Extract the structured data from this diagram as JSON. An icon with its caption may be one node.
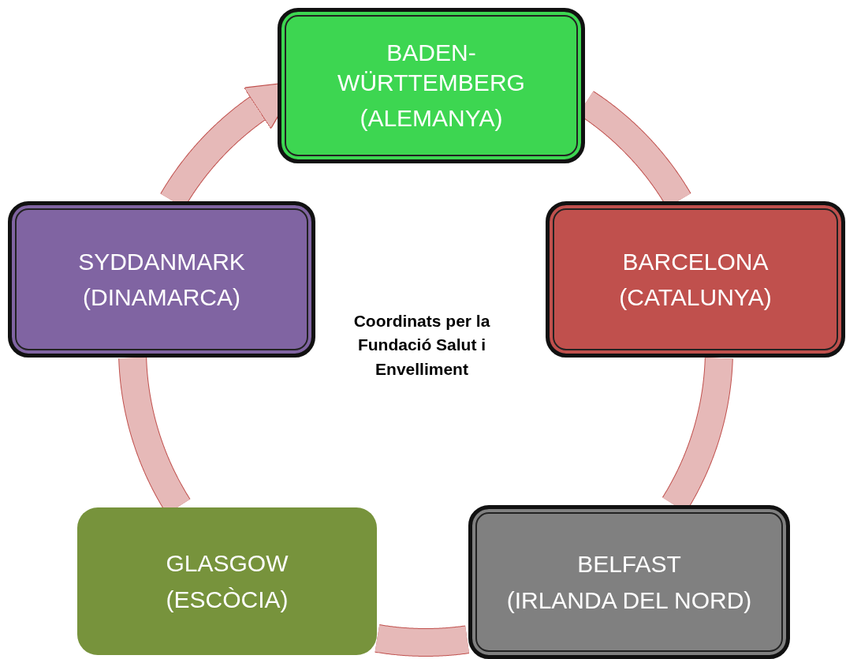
{
  "diagram": {
    "nodes": [
      {
        "text": [
          "BADEN-WÜRTTEMBERG",
          "(ALEMANYA)"
        ]
      },
      {
        "text": [
          "BARCELONA",
          "(CATALUNYA)"
        ]
      },
      {
        "text": [
          "BELFAST",
          "(IRLANDA DEL NORD)"
        ]
      },
      {
        "text": [
          "GLASGOW",
          "(ESCÒCIA)"
        ]
      },
      {
        "text": [
          "SYDDANMARK",
          "(DINAMARCA)"
        ]
      }
    ],
    "edges": [
      {
        "from": 0,
        "to": 1,
        "arrow": "none"
      },
      {
        "from": 1,
        "to": 2,
        "arrow": "none"
      },
      {
        "from": 2,
        "to": 3,
        "arrow": "none"
      },
      {
        "from": 3,
        "to": 4,
        "arrow": "none"
      },
      {
        "from": 4,
        "to": 0,
        "arrow": "to"
      }
    ],
    "labels": [
      "Coordinats per la Fundació Salut i Envelliment"
    ]
  }
}
